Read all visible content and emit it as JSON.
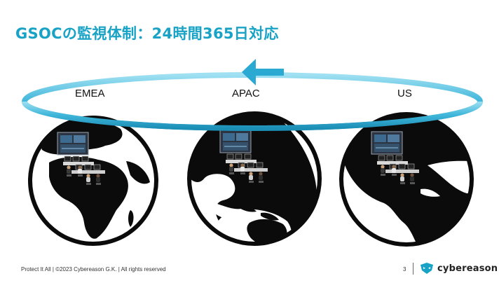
{
  "slide": {
    "title": "GSOCの監視体制：24時間365日対応",
    "regions": [
      {
        "id": "emea",
        "label": "EMEA"
      },
      {
        "id": "apac",
        "label": "APAC"
      },
      {
        "id": "us",
        "label": "US"
      }
    ],
    "footer": "Protect It All | ©2023 Cybereason G.K. | All rights reserved",
    "page_number": "3",
    "brand": "cybereason"
  },
  "colors": {
    "accent": "#18a3c6",
    "ring_light": "#7fd0e8",
    "globe_fill": "#0b0b0b",
    "land_white": "#ffffff"
  }
}
